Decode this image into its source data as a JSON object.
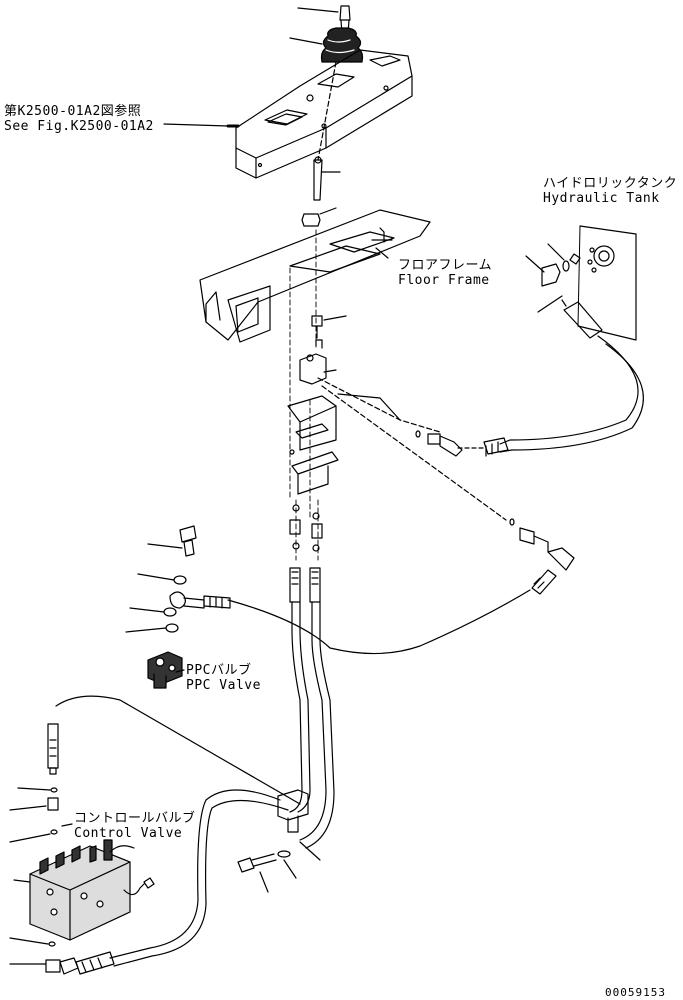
{
  "labels": {
    "reference": {
      "jp": "第K2500-01A2図参照",
      "en": "See Fig.K2500-01A2"
    },
    "hydraulic_tank": {
      "jp": "ハイドロリックタンク",
      "en": "Hydraulic Tank"
    },
    "floor_frame": {
      "jp": "フロアフレーム",
      "en": "Floor Frame"
    },
    "ppc_valve": {
      "jp": "PPCバルブ",
      "en": "PPC Valve"
    },
    "control_valve": {
      "jp": "コントロールバルブ",
      "en": "Control Valve"
    }
  },
  "document_number": "00059153"
}
